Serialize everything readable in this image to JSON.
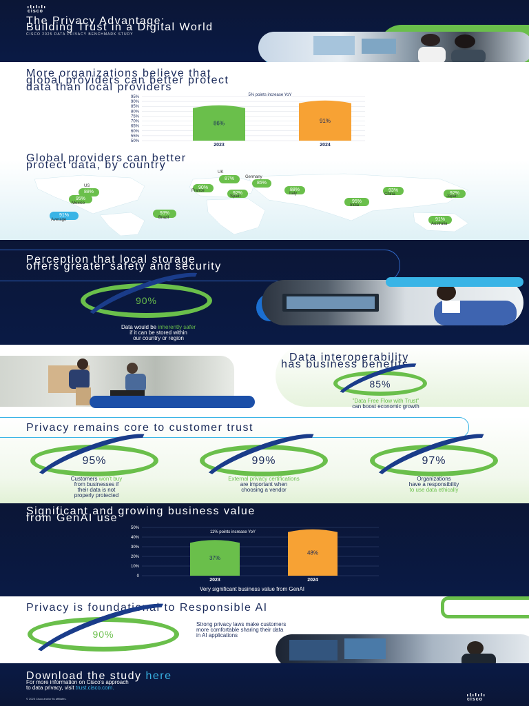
{
  "colors": {
    "green": "#6abf4b",
    "orange": "#f7a234",
    "navy": "#0b1636",
    "blue": "#39b4e6"
  },
  "header": {
    "logo_text": "cisco",
    "title_line1": "The Privacy Advantage:",
    "title_line2": "Building Trust in a Digital World",
    "subtitle": "CISCO 2025 DATA PRIVACY BENCHMARK STUDY"
  },
  "section_global": {
    "title_line1": "More organizations believe that",
    "title_line2": "global providers can better protect",
    "title_line3": "data than local providers"
  },
  "chart_data": [
    {
      "type": "bar",
      "categories": [
        "2023",
        "2024"
      ],
      "values": [
        86,
        91
      ],
      "value_labels": [
        "86%",
        "91%"
      ],
      "ylim": [
        50,
        95
      ],
      "y_ticks": [
        "95%",
        "90%",
        "85%",
        "80%",
        "75%",
        "70%",
        "65%",
        "60%",
        "55%",
        "50%"
      ],
      "annotation": "5% points increase YoY",
      "colors": [
        "#6abf4b",
        "#f7a234"
      ]
    },
    {
      "type": "bar",
      "categories": [
        "2023",
        "2024"
      ],
      "values": [
        37,
        48
      ],
      "value_labels": [
        "37%",
        "48%"
      ],
      "ylim": [
        0,
        50
      ],
      "y_ticks": [
        "50%",
        "40%",
        "30%",
        "20%",
        "10%",
        "0"
      ],
      "annotation": "11% points increase YoY",
      "xlabel": "Very significant business value from GenAI",
      "colors": [
        "#6abf4b",
        "#f7a234"
      ]
    }
  ],
  "map": {
    "title_line1": "Global providers can better",
    "title_line2": "protect data, by country",
    "countries": [
      {
        "name": "UK",
        "value": "87%"
      },
      {
        "name": "Germany",
        "value": "85%"
      },
      {
        "name": "US",
        "value": "88%"
      },
      {
        "name": "France",
        "value": "90%"
      },
      {
        "name": "Spain",
        "value": "92%"
      },
      {
        "name": "Italy",
        "value": "88%"
      },
      {
        "name": "China",
        "value": "93%"
      },
      {
        "name": "Japan",
        "value": "92%"
      },
      {
        "name": "Mexico",
        "value": "95%"
      },
      {
        "name": "India",
        "value": "95%"
      },
      {
        "name": "Brazil",
        "value": "93%"
      },
      {
        "name": "Australia",
        "value": "91%"
      },
      {
        "name": "Average",
        "value": "91%"
      }
    ]
  },
  "local_storage": {
    "title_line1": "Perception that local storage",
    "title_line2": "offers greater safety and security",
    "value": "90%",
    "value_fraction": 0.9,
    "caption_pre": "Data would be ",
    "caption_green": "inherently safer",
    "caption_line2": "if it can be stored within",
    "caption_line3": "our country or region"
  },
  "interop": {
    "title_line1": "Data interoperability",
    "title_line2": "has business benefits",
    "value": "85%",
    "value_fraction": 0.85,
    "caption_green": "\"Data Free Flow with Trust\"",
    "caption_line2": "can boost economic growth"
  },
  "trust": {
    "title": "Privacy remains core to customer trust",
    "items": [
      {
        "value": "95%",
        "fraction": 0.95,
        "pre": "Customers ",
        "green": "won't buy",
        "line2": "from businesses if",
        "line3": "their data is not",
        "line4": "properly protected"
      },
      {
        "value": "99%",
        "fraction": 0.99,
        "green": "External privacy certifications",
        "line2": "are important when",
        "line3": "choosing a vendor"
      },
      {
        "value": "97%",
        "fraction": 0.97,
        "line1": "Organizations",
        "line2": "have a responsibility",
        "green": "to use data ethically"
      }
    ]
  },
  "genai": {
    "title_line1": "Significant and growing business value",
    "title_line2": "from GenAI use"
  },
  "responsible_ai": {
    "title": "Privacy is foundational to Responsible AI",
    "value": "90%",
    "value_fraction": 0.9,
    "text_line1": "Strong privacy laws make customers",
    "text_line2": "more comfortable sharing their data",
    "text_line3": "in AI applications"
  },
  "footer": {
    "download_pre": "Download the study ",
    "download_link": "here",
    "info_line1": "For more information on Cisco's approach",
    "info_line2_pre": "to data privacy, visit ",
    "info_link": "trust.cisco.com.",
    "copyright": "© 2025 Cisco and/or its affiliates.",
    "logo_text": "cisco"
  }
}
